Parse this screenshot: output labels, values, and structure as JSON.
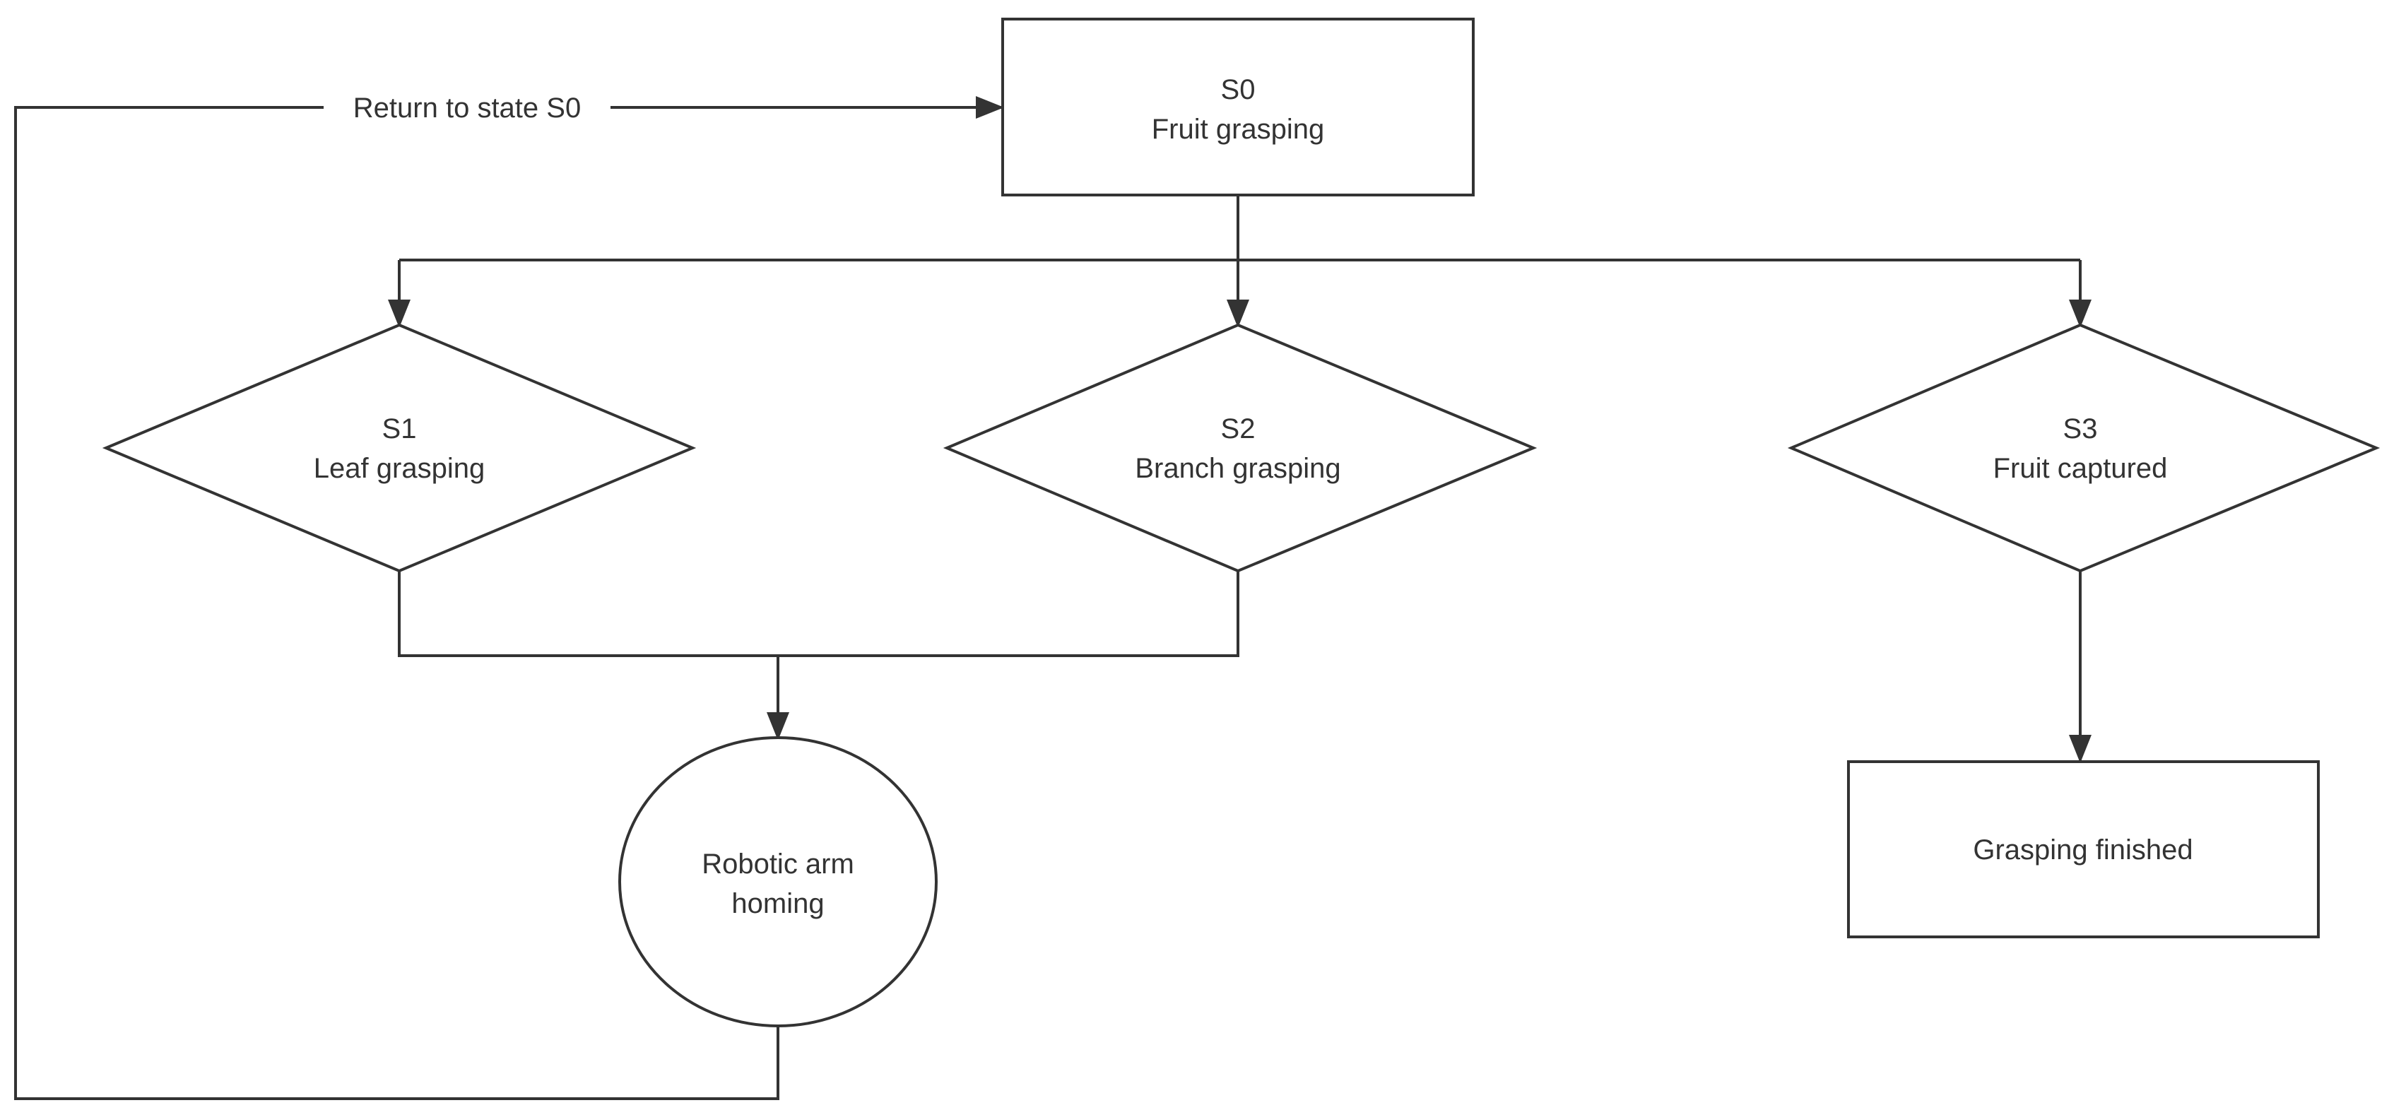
{
  "nodes": {
    "s0": {
      "id": "S0",
      "label": "Fruit grasping",
      "shape": "rectangle"
    },
    "s1": {
      "id": "S1",
      "label": "Leaf grasping",
      "shape": "diamond"
    },
    "s2": {
      "id": "S2",
      "label": "Branch grasping",
      "shape": "diamond"
    },
    "s3": {
      "id": "S3",
      "label": "Fruit captured",
      "shape": "diamond"
    },
    "homing": {
      "line1": "Robotic arm",
      "line2": "homing",
      "shape": "circle"
    },
    "finished": {
      "label": "Grasping finished",
      "shape": "rectangle"
    }
  },
  "edges": {
    "return": {
      "label": "Return to state S0"
    }
  },
  "colors": {
    "stroke": "#333333",
    "text": "#333333",
    "fill": "#ffffff"
  }
}
